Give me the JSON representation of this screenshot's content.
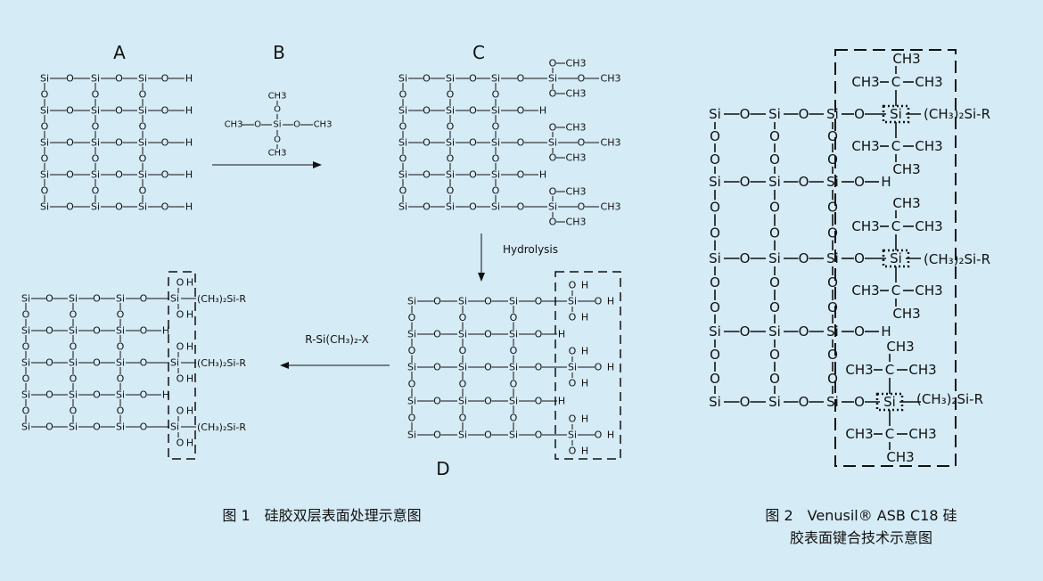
{
  "atoms": {
    "si": "Si",
    "o": "O",
    "h": "H",
    "c": "C",
    "ch3": "CH3",
    "r": "R",
    "x": "X"
  },
  "labels": {
    "a": "A",
    "b": "B",
    "c": "C",
    "d": "D"
  },
  "reaction": {
    "hydrolysis": "Hydrolysis",
    "reagent": "R-Si(CH₃)₂-X"
  },
  "groups": {
    "chain1": "(CH₃)₂Si-R",
    "chain2": "(CH₃)₂Si-R"
  },
  "captions": {
    "fig1": "图 1　硅胶双层表面处理示意图",
    "fig2_line1": "图 2　Venusil® ASB C18 硅",
    "fig2_line2": "胶表面键合技术示意图"
  },
  "colors": {
    "background": "#d5ebf6",
    "highlight_red": "#e8161b",
    "highlight_blue": "#2b86d6",
    "ink": "#111111"
  }
}
